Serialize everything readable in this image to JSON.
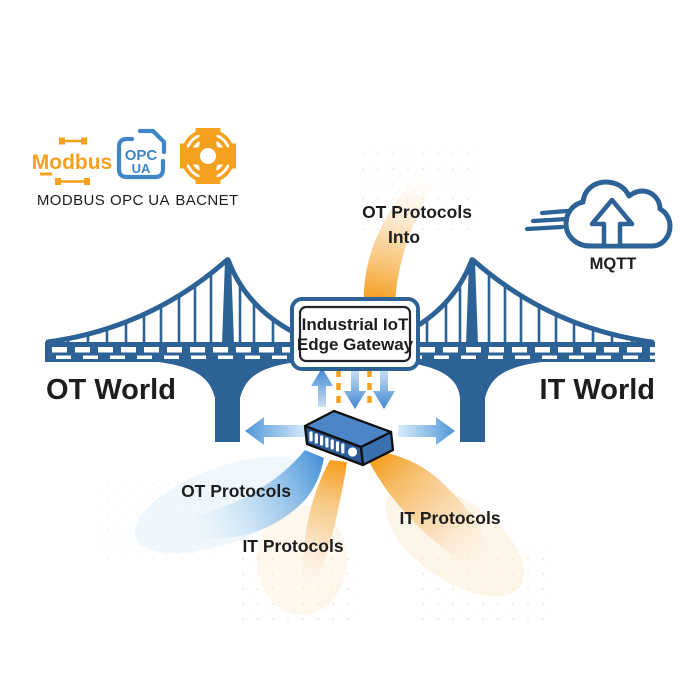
{
  "colors": {
    "bridge_blue": "#2D6296",
    "arrow_blue": "#4F97D7",
    "accent_orange": "#F5A01E",
    "icon_blue": "#3E86C7",
    "text_dark": "#1D1D1D",
    "device_top": "#4C86C8",
    "device_front": "#2B5C99",
    "device_side": "#3A70B0"
  },
  "ot_protocol_icons": {
    "modbus": {
      "wordmark": "Modbus",
      "label": "MODBUS"
    },
    "opc_ua": {
      "icon_line1": "OPC",
      "icon_line2": "UA",
      "label": "OPC UA"
    },
    "bacnet": {
      "label": "BACNET"
    }
  },
  "it_cloud": {
    "label": "MQTT"
  },
  "gateway": {
    "line1": "Industrial IoT",
    "line2": "Edge Gateway"
  },
  "regions": {
    "left": "OT World",
    "right": "IT World"
  },
  "flows": {
    "top_line1": "OT Protocols",
    "top_line2": "Into",
    "bottom_left": "OT Protocols",
    "bottom_middle": "IT Protocols",
    "bottom_right": "IT Protocols"
  }
}
